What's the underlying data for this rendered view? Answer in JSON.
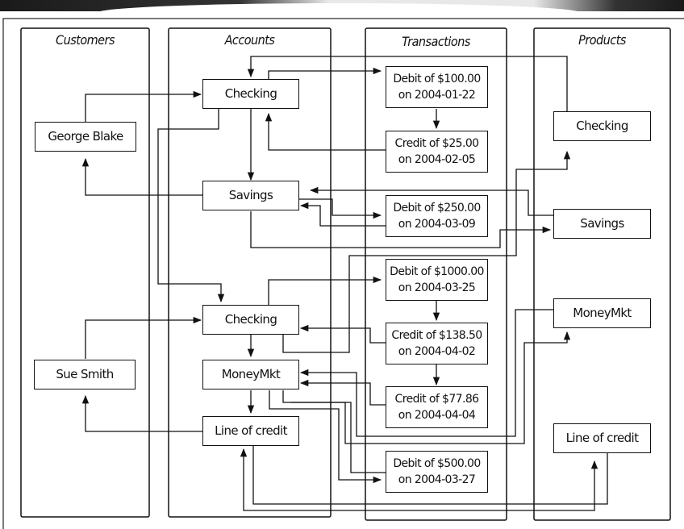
{
  "diagram": {
    "lanes": [
      {
        "id": "customers",
        "title": "Customers"
      },
      {
        "id": "accounts",
        "title": "Accounts"
      },
      {
        "id": "transactions",
        "title": "Transactions"
      },
      {
        "id": "products",
        "title": "Products"
      }
    ],
    "customers": [
      {
        "id": "george",
        "label": "George Blake"
      },
      {
        "id": "sue",
        "label": "Sue Smith"
      }
    ],
    "accounts": [
      {
        "id": "acc_checking_1",
        "label": "Checking"
      },
      {
        "id": "acc_savings",
        "label": "Savings"
      },
      {
        "id": "acc_checking_2",
        "label": "Checking"
      },
      {
        "id": "acc_moneymkt",
        "label": "MoneyMkt"
      },
      {
        "id": "acc_loc",
        "label": "Line of credit"
      }
    ],
    "transactions": [
      {
        "id": "t1",
        "line1": "Debit of $100.00",
        "line2": "on 2004-01-22"
      },
      {
        "id": "t2",
        "line1": "Credit of $25.00",
        "line2": "on 2004-02-05"
      },
      {
        "id": "t3",
        "line1": "Debit of $250.00",
        "line2": "on 2004-03-09"
      },
      {
        "id": "t4",
        "line1": "Debit of $1000.00",
        "line2": "on 2004-03-25"
      },
      {
        "id": "t5",
        "line1": "Credit of $138.50",
        "line2": "on 2004-04-02"
      },
      {
        "id": "t6",
        "line1": "Credit of $77.86",
        "line2": "on 2004-04-04"
      },
      {
        "id": "t7",
        "line1": "Debit of $500.00",
        "line2": "on 2004-03-27"
      }
    ],
    "products": [
      {
        "id": "prod_checking",
        "label": "Checking"
      },
      {
        "id": "prod_savings",
        "label": "Savings"
      },
      {
        "id": "prod_moneymkt",
        "label": "MoneyMkt"
      },
      {
        "id": "prod_loc",
        "label": "Line of credit"
      }
    ]
  }
}
